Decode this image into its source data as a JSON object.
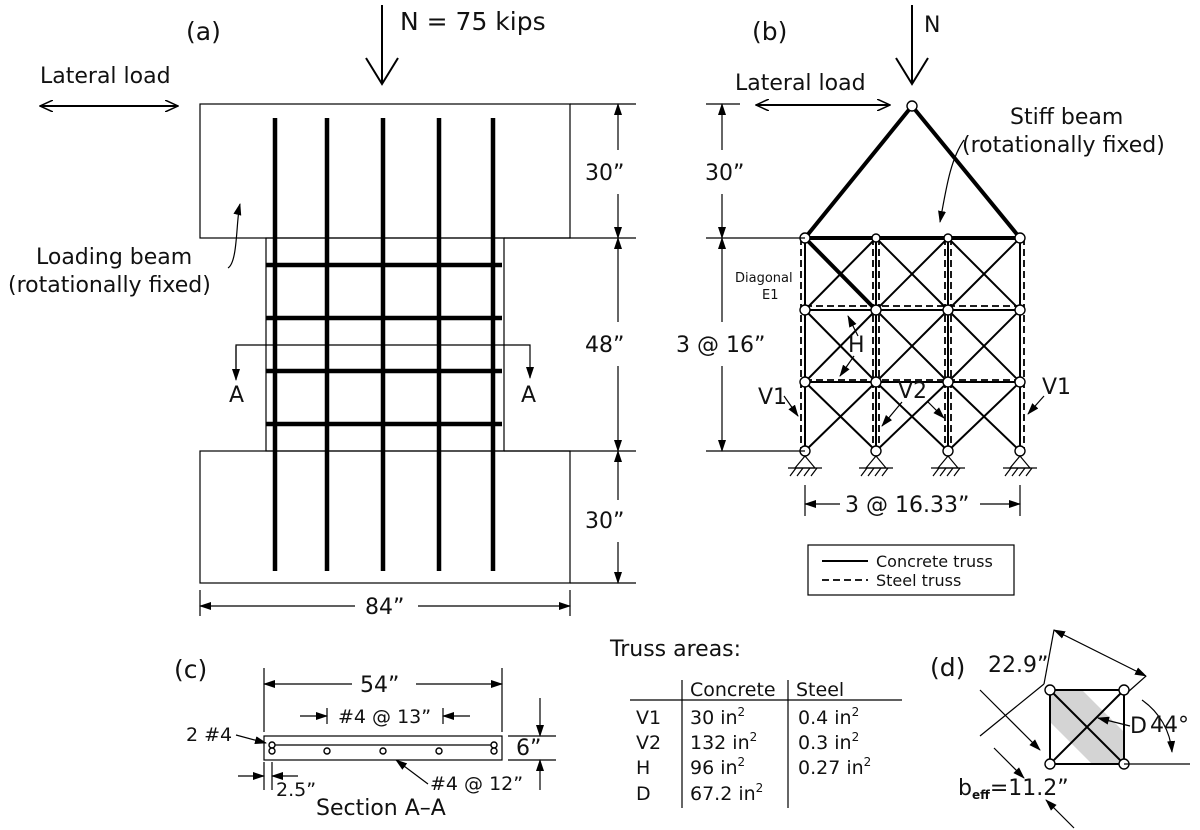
{
  "a": {
    "label": "(a)",
    "axial": "N = 75 kips",
    "lateral": "Lateral load",
    "loading_beam_1": "Loading beam",
    "loading_beam_2": "(rotationally fixed)",
    "section_mark": "A",
    "dim_top": "30”",
    "dim_mid": "48”",
    "dim_bot": "30”",
    "dim_width": "84”"
  },
  "b": {
    "label": "(b)",
    "axial": "N",
    "lateral": "Lateral load",
    "stiff_1": "Stiff beam",
    "stiff_2": "(rotationally fixed)",
    "dim_top": "30”",
    "dim_mid": "3 @ 16”",
    "dim_width": "3 @ 16.33”",
    "diag_1": "Diagonal",
    "diag_2": "E1",
    "h": "H",
    "v1": "V1",
    "v2": "V2",
    "legend_concrete": "Concrete truss",
    "legend_steel": "Steel truss"
  },
  "c": {
    "label": "(c)",
    "dim_width": "54”",
    "top_bars": "#4 @ 13”",
    "end_bars": "2  #4",
    "thickness": "6”",
    "cover": "2.5”",
    "bottom_bars": "#4 @ 12”",
    "title": "Section A–A"
  },
  "table": {
    "title": "Truss areas:",
    "headers": [
      "",
      "Concrete",
      "Steel"
    ],
    "rows": [
      {
        "name": "V1",
        "concrete": "30  in",
        "steel": "0.4  in"
      },
      {
        "name": "V2",
        "concrete": "132  in",
        "steel": "0.3  in"
      },
      {
        "name": "H",
        "concrete": "96  in",
        "steel": "0.27  in"
      },
      {
        "name": "D",
        "concrete": "67.2  in",
        "steel": ""
      }
    ],
    "exp": "2"
  },
  "d": {
    "label": "(d)",
    "dim_diag": "22.9”",
    "d_label": "D",
    "angle": "44°",
    "beff_b": "b",
    "beff_sub": "eff",
    "beff_val": "=11.2”"
  }
}
